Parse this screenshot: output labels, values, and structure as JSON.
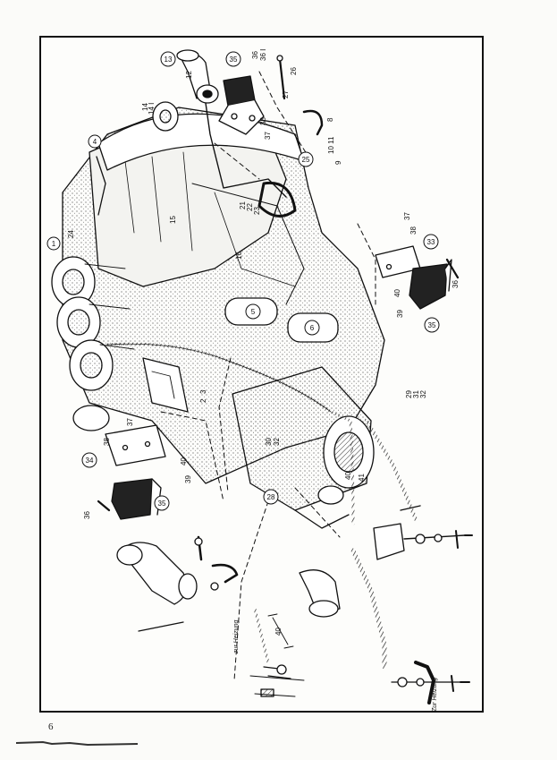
{
  "page": {
    "number": "6"
  },
  "callouts_circled": [
    "13",
    "35",
    "4",
    "1",
    "25",
    "33",
    "5",
    "6",
    "35",
    "34",
    "35",
    "28"
  ],
  "callouts_plain": [
    "36",
    "36 I",
    "26",
    "27",
    "12",
    "37",
    "38",
    "8",
    "10 11",
    "9",
    "14",
    "14 I",
    "15",
    "16",
    "21",
    "22",
    "23",
    "24",
    "37",
    "38",
    "36",
    "40",
    "39",
    "2",
    "3",
    "30",
    "32",
    "29",
    "31",
    "32",
    "37",
    "38",
    "40",
    "39",
    "36",
    "40",
    "41"
  ],
  "heater_labels": [
    "zur Heizung",
    "Zur Heizung"
  ],
  "dimension_label": "40",
  "colors": {
    "ink": "#111111",
    "paper": "#fdfdfb",
    "shade": "#555555"
  }
}
